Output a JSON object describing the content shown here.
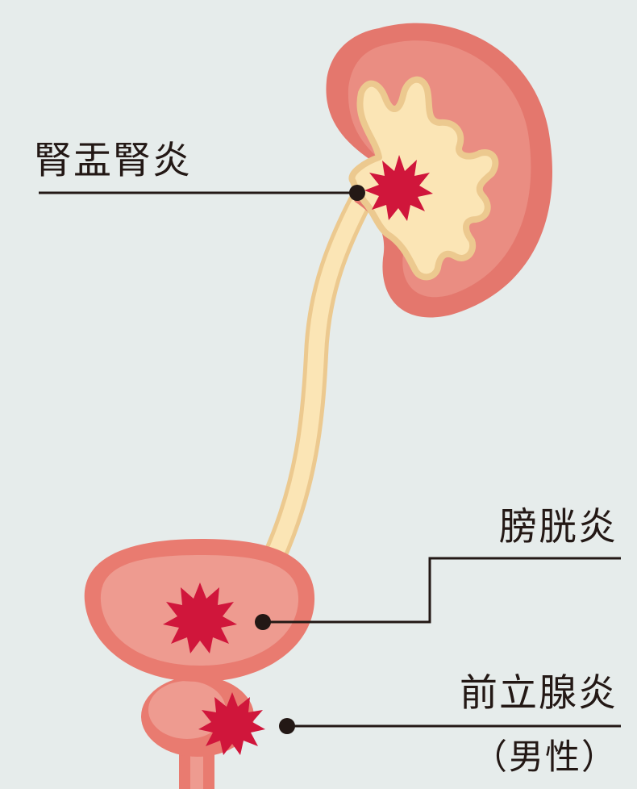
{
  "labels": {
    "pyelonephritis": "腎盂腎炎",
    "cystitis": "膀胱炎",
    "prostatitis": "前立腺炎",
    "male_note": "（男性）"
  },
  "colors": {
    "background": "#e6eceb",
    "kidney": "#e4776d",
    "kidney_inner": "#ea8d82",
    "pelvis": "#fbe5b5",
    "pelvis_edge": "#ecc98f",
    "bladder": "#e97b70",
    "bladder_inner": "#ee9b90",
    "inflammation": "#d0163b",
    "leader_line": "#231815"
  }
}
